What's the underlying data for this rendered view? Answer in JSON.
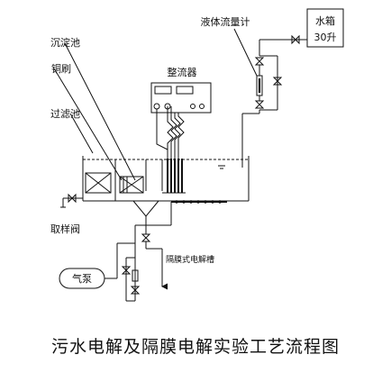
{
  "labels": {
    "sedimentation_tank": "沉淀池",
    "copper_mesh": "铜刷",
    "filter_tank": "过滤池",
    "rectifier": "整流器",
    "flowmeter": "液体流量计",
    "water_tank_line1": "水箱",
    "water_tank_line2": "30升",
    "sampling_valve": "取样阀",
    "air_pump": "气泵",
    "membrane_cell": "隔膜式电解槽"
  },
  "caption": "污水电解及隔膜电解实验工艺流程图",
  "colors": {
    "line": "#111111",
    "background": "#ffffff"
  }
}
